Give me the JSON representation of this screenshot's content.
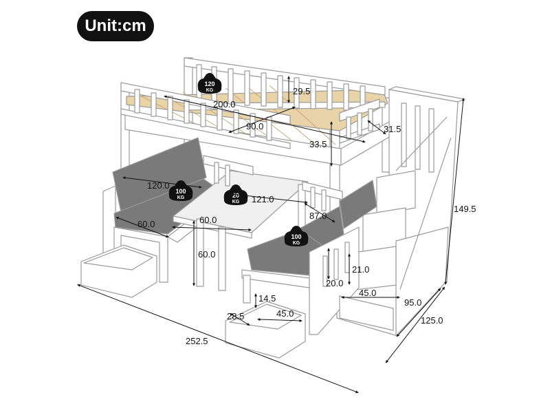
{
  "unit_label": "Unit:cm",
  "weights": [
    {
      "value": "120",
      "unit": "KG"
    },
    {
      "value": "100",
      "unit": "KG"
    },
    {
      "value": "20",
      "unit": "KG"
    },
    {
      "value": "100",
      "unit": "KG"
    }
  ],
  "dimensions": {
    "rail_height": "29.5",
    "bed_length": "200.0",
    "bed_width": "90.0",
    "shelf_depth": "31.5",
    "headroom": "33.5",
    "left_bench_length": "120.0",
    "left_bench_depth": "60.0",
    "table_length": "121.0",
    "table_width": "60.0",
    "table_height": "60.0",
    "right_bench_length": "87.0",
    "total_height": "149.5",
    "step_rise": "21.0",
    "bench_clearance": "20.0",
    "step_width": "45.0",
    "stair_depth": "95.0",
    "total_depth": "125.0",
    "drawer_height": "14.5",
    "drawer_depth": "28.5",
    "drawer_width": "45.0",
    "total_length": "252.5"
  },
  "colors": {
    "frame": "#ffffff",
    "outline": "#9a9a9a",
    "slat": "#e9d3a8",
    "cushion": "#7a7a7a",
    "table_top": "#f0f0f0",
    "badge": "#111111"
  }
}
